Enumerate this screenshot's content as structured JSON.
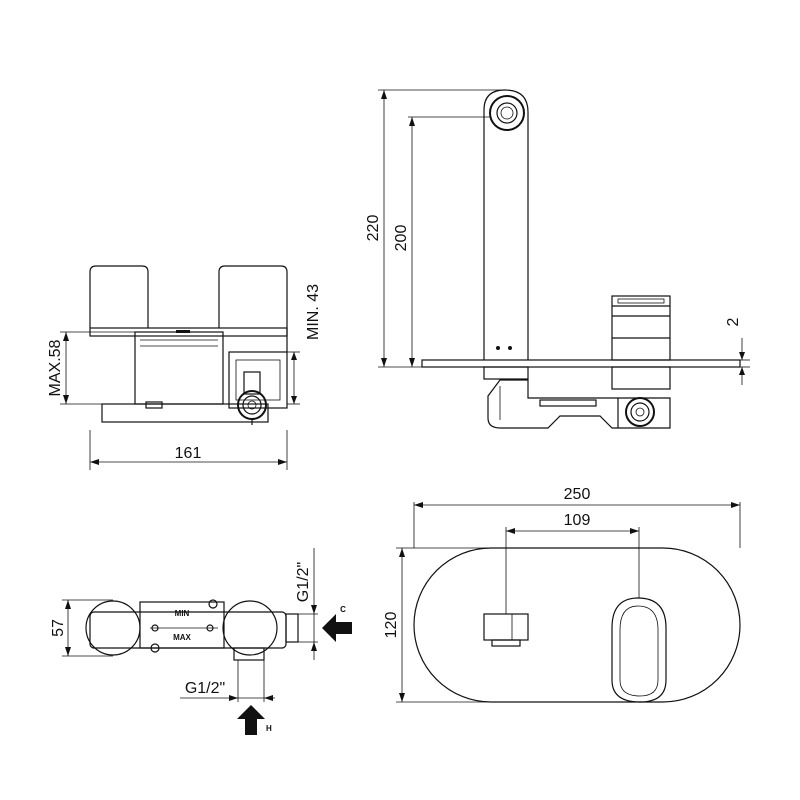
{
  "front_view": {
    "width": "161",
    "max_height": "MAX.58",
    "min_height": "MIN. 43"
  },
  "side_view": {
    "total_height": "220",
    "spout_height": "200",
    "plate_thickness": "2"
  },
  "bottom_view": {
    "depth": "57",
    "cold_inlet_size": "G1/2\"",
    "hot_inlet_size": "G1/2\"",
    "cold_label": "C",
    "hot_label": "H",
    "min_mark": "MIN",
    "max_mark": "MAX"
  },
  "plate_view": {
    "plate_width": "250",
    "center_distance": "109",
    "plate_height": "120"
  }
}
